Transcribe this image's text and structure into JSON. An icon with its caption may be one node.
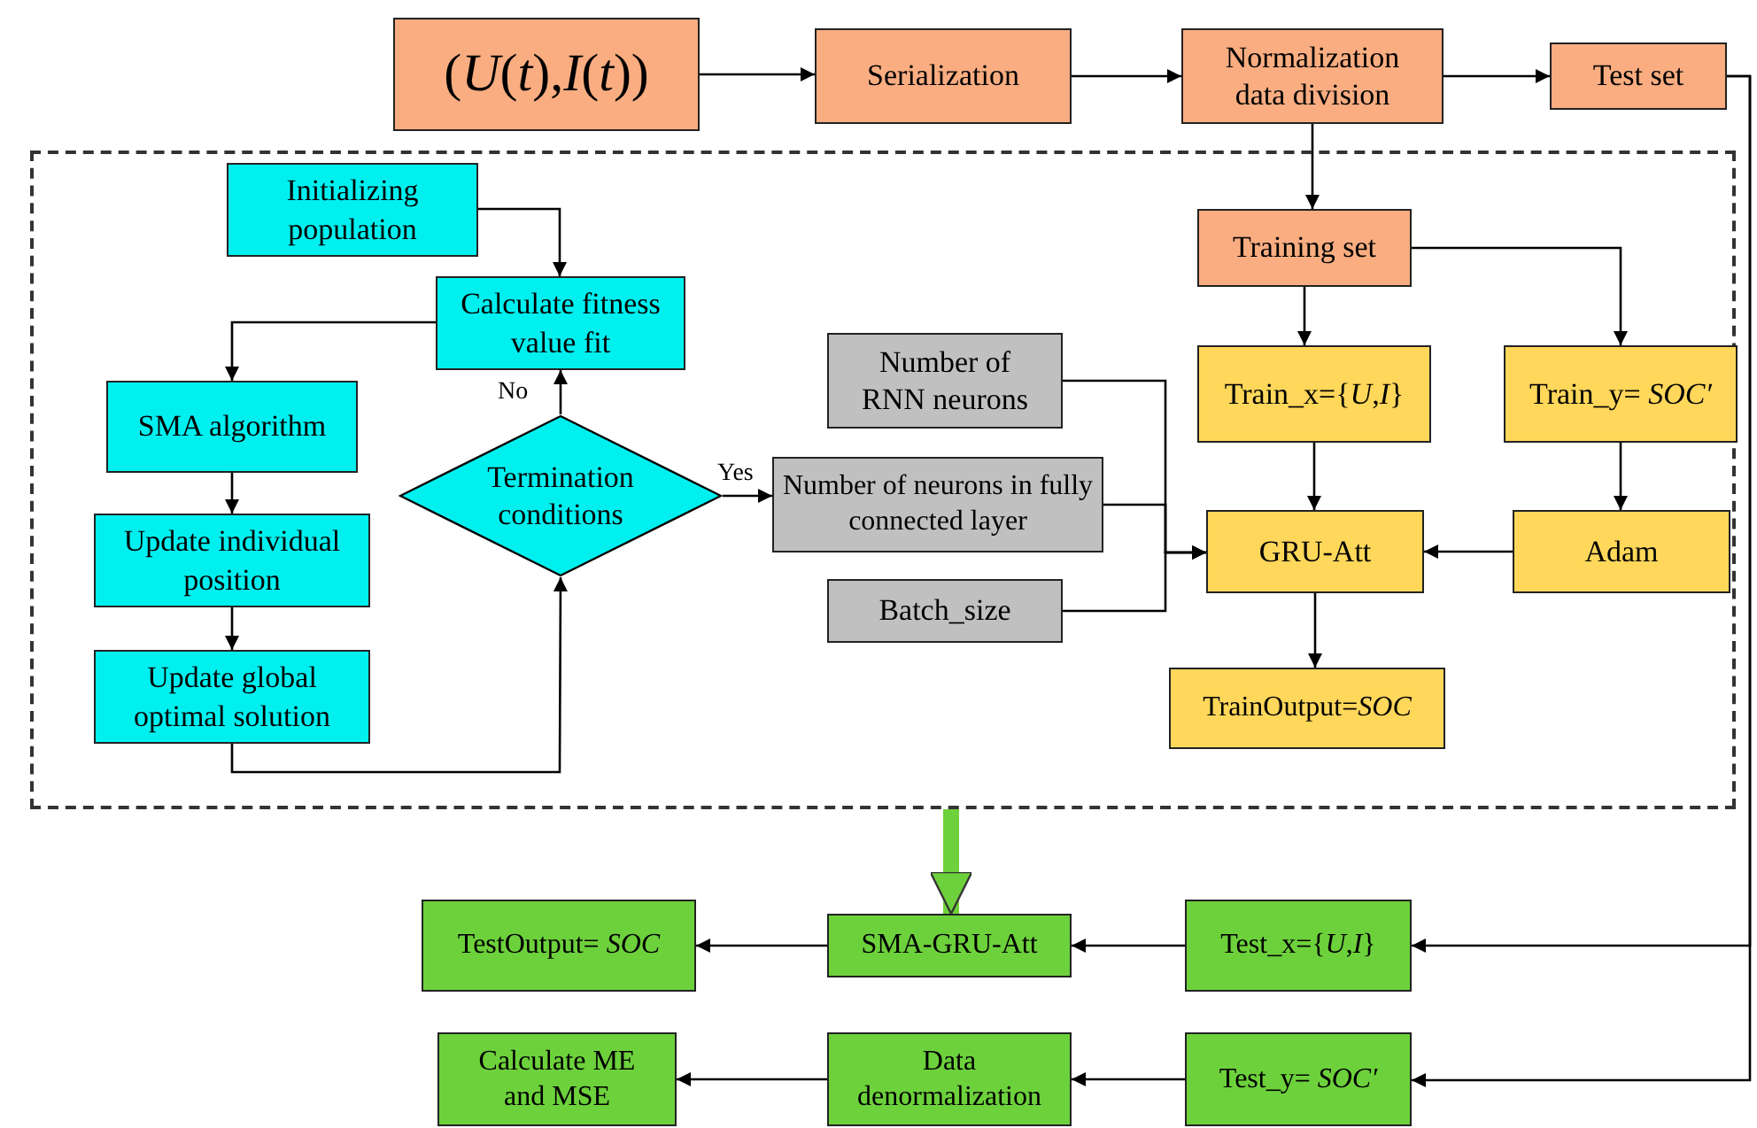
{
  "diagram": {
    "nodes": [
      {
        "text": [
          "(*U*(*t*),*I*(*t*))"
        ]
      },
      {
        "text": [
          "Serialization"
        ]
      },
      {
        "text": [
          "Normalization data division"
        ]
      },
      {
        "text": [
          "Test set"
        ]
      },
      {
        "text": [],
        "shape": "box"
      },
      {
        "text": [
          "Initializing population"
        ],
        "in": 4
      },
      {
        "text": [
          "Calculate fitness value fit"
        ],
        "in": 4
      },
      {
        "text": [
          "SMA algorithm"
        ],
        "in": 4
      },
      {
        "text": [
          "Termination conditions"
        ],
        "in": 4
      },
      {
        "text": [
          "Update individual position"
        ],
        "in": 4
      },
      {
        "text": [
          "Update global optimal solution"
        ],
        "in": 4
      },
      {
        "text": [
          "Training set"
        ],
        "in": 4
      },
      {
        "text": [
          "Number of RNN neurons"
        ],
        "in": 4
      },
      {
        "text": [
          "Train_x={*U*,*I*}"
        ],
        "in": 4
      },
      {
        "text": [
          "Train_y= *SOC′*"
        ],
        "in": 4
      },
      {
        "text": [
          "Number of neurons in fully connected layer"
        ],
        "in": 4
      },
      {
        "text": [
          "GRU-Att"
        ],
        "in": 4
      },
      {
        "text": [
          "Adam"
        ],
        "in": 4
      },
      {
        "text": [
          "Batch_size"
        ],
        "in": 4
      },
      {
        "text": [
          "TrainOutput=*SOC*"
        ],
        "in": 4
      },
      {
        "text": [
          "TestOutput= *SOC*"
        ]
      },
      {
        "text": [
          "SMA-GRU-Att"
        ]
      },
      {
        "text": [
          "Test_x={*U*,*I*}"
        ]
      },
      {
        "text": [
          "Calculate ME and MSE"
        ]
      },
      {
        "text": [
          "Data denormalization"
        ]
      },
      {
        "text": [
          "Test_y= *SOC′*"
        ]
      }
    ],
    "edges": [
      {
        "from": 0,
        "to": 1,
        "arrow": "to"
      },
      {
        "from": 1,
        "to": 2,
        "arrow": "to"
      },
      {
        "from": 2,
        "to": 3,
        "arrow": "to"
      },
      {
        "from": 2,
        "to": 11,
        "arrow": "to"
      },
      {
        "from": 5,
        "to": 6,
        "arrow": "to"
      },
      {
        "from": 6,
        "to": 7,
        "arrow": "to"
      },
      {
        "from": 7,
        "to": 9,
        "arrow": "to"
      },
      {
        "from": 9,
        "to": 10,
        "arrow": "to"
      },
      {
        "from": 10,
        "to": 8,
        "arrow": "to"
      },
      {
        "from": 8,
        "to": 6,
        "arrow": "to",
        "label": "No"
      },
      {
        "from": 8,
        "to": 15,
        "arrow": "to",
        "label": "Yes"
      },
      {
        "from": 11,
        "to": 13,
        "arrow": "to"
      },
      {
        "from": 11,
        "to": 14,
        "arrow": "to"
      },
      {
        "from": 13,
        "to": 16,
        "arrow": "to"
      },
      {
        "from": 14,
        "to": 17,
        "arrow": "to"
      },
      {
        "from": 17,
        "to": 16,
        "arrow": "to"
      },
      {
        "from": 12,
        "to": 16,
        "arrow": "to"
      },
      {
        "from": 15,
        "to": 16,
        "arrow": "to"
      },
      {
        "from": 18,
        "to": 16,
        "arrow": "to"
      },
      {
        "from": 16,
        "to": 19,
        "arrow": "to"
      },
      {
        "from": 4,
        "to": 21,
        "arrow": "to",
        "style": "thick",
        "color": "#6dd13c"
      },
      {
        "from": 3,
        "to": 22,
        "arrow": "to"
      },
      {
        "from": 3,
        "to": 25,
        "arrow": "to"
      },
      {
        "from": 22,
        "to": 21,
        "arrow": "to"
      },
      {
        "from": 21,
        "to": 20,
        "arrow": "to"
      },
      {
        "from": 25,
        "to": 24,
        "arrow": "to"
      },
      {
        "from": 24,
        "to": 23,
        "arrow": "to"
      }
    ]
  }
}
